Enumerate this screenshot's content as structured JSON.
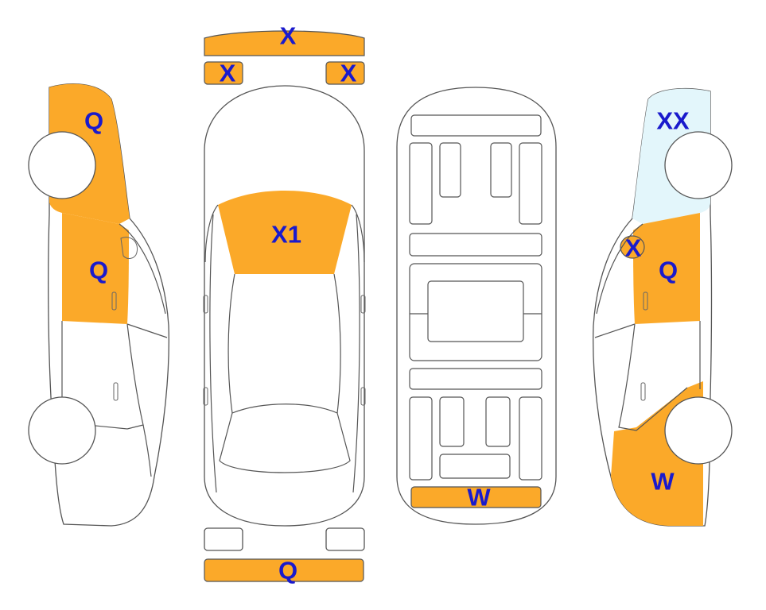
{
  "colors": {
    "damage_fill": "#FBA929",
    "secondary_fill": "#E3F6FB",
    "label_text": "#1A1ACC",
    "outline": "#555555"
  },
  "views": {
    "left_side": {
      "front_fender": "Q",
      "front_door": "Q"
    },
    "front": {
      "hood_top": "X",
      "hood_left": "X",
      "hood_right": "X",
      "windshield": "X1",
      "bumper": "Q"
    },
    "underbody": {
      "rear_bumper": "W"
    },
    "right_side": {
      "front_fender": "XX",
      "mirror": "X",
      "front_door": "Q",
      "rear_quarter": "W"
    }
  }
}
